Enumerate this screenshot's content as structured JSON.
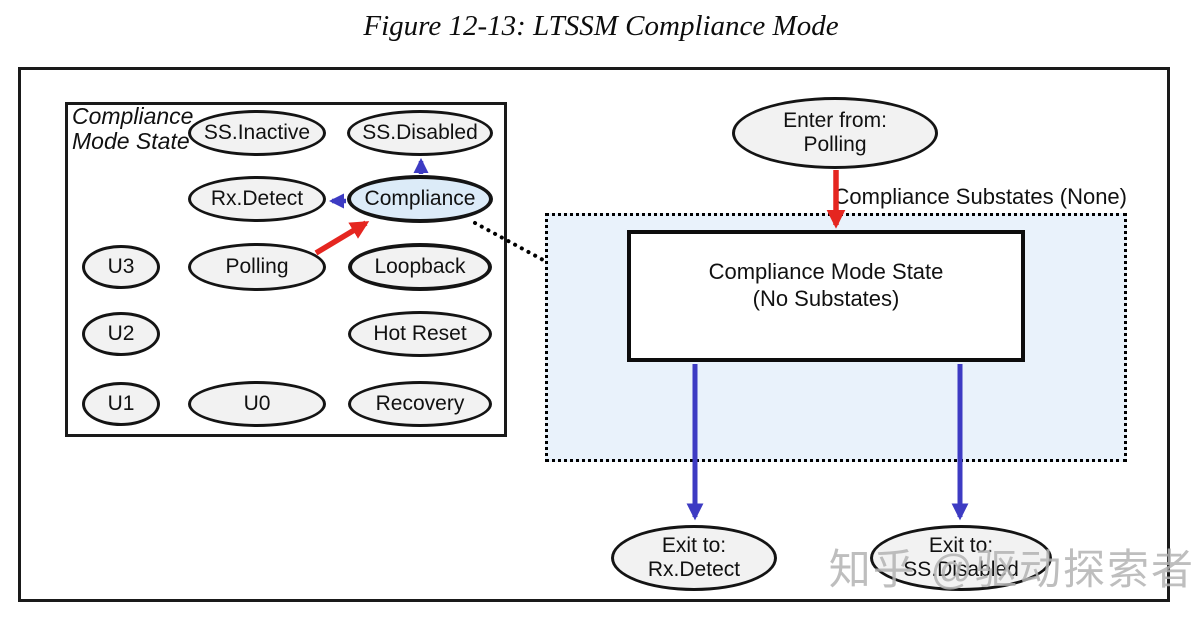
{
  "figure_title": "Figure 12-13: LTSSM Compliance Mode",
  "overview_panel": {
    "label_line1": "Compliance",
    "label_line2": "Mode State",
    "states": {
      "ss_inactive": "SS.Inactive",
      "ss_disabled": "SS.Disabled",
      "rx_detect": "Rx.Detect",
      "compliance": "Compliance",
      "u3": "U3",
      "polling": "Polling",
      "loopback": "Loopback",
      "u2": "U2",
      "hot_reset": "Hot Reset",
      "u1": "U1",
      "u0": "U0",
      "recovery": "Recovery"
    }
  },
  "detail_panel": {
    "enter_ellipse": {
      "line1": "Enter from:",
      "line2": "Polling"
    },
    "substates_label": "Compliance Substates (None)",
    "main_box": {
      "line1": "Compliance Mode State",
      "line2": "(No Substates)"
    },
    "exit_rx_detect": {
      "line1": "Exit to:",
      "line2": "Rx.Detect"
    },
    "exit_ss_disabled": {
      "line1": "Exit to:",
      "line2": "SS.Disabled"
    }
  },
  "transitions": [
    {
      "from": "Polling",
      "to": "Compliance",
      "color": "red"
    },
    {
      "from": "Compliance",
      "to": "Rx.Detect",
      "color": "blue"
    },
    {
      "from": "Compliance",
      "to": "SS.Disabled",
      "color": "blue"
    },
    {
      "from": "Enter from: Polling",
      "to": "Compliance Mode State",
      "color": "red"
    },
    {
      "from": "Compliance Mode State",
      "to": "Exit to: Rx.Detect",
      "color": "blue"
    },
    {
      "from": "Compliance Mode State",
      "to": "Exit to: SS.Disabled",
      "color": "blue"
    },
    {
      "from": "Compliance",
      "to": "Compliance Substates region",
      "color": "black-dotted"
    }
  ],
  "watermark": "知乎 @驱动探索者",
  "colors": {
    "arrow_red": "#e52620",
    "arrow_blue": "#3d3bc3",
    "substates_fill": "#e9f2fb",
    "compliance_fill": "#dcebf8",
    "state_fill": "#f2f2f2"
  }
}
